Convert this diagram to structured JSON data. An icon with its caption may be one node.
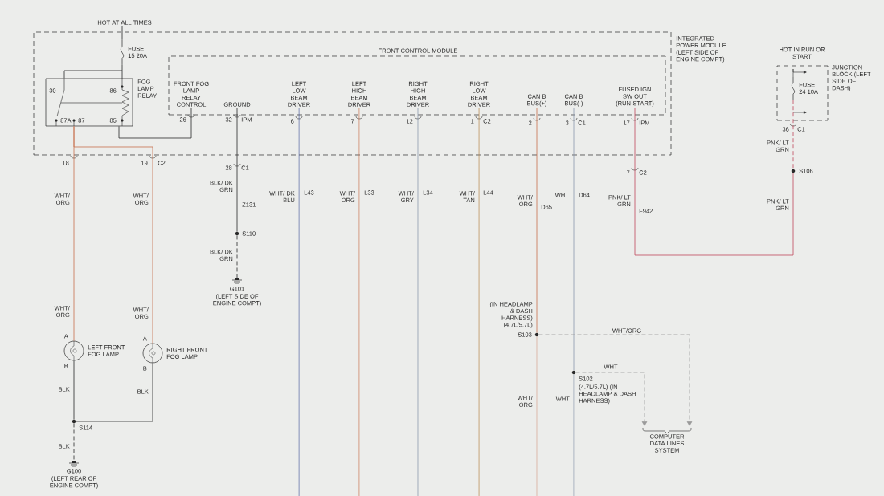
{
  "diagram": {
    "nodes": [
      {
        "text": [
          "INTEGRATED POWER MODULE (LEFT SIDE OF ENGINE COMPT)"
        ]
      },
      {
        "text": [
          "FUSE 15 20A"
        ],
        "in": 0
      },
      {
        "text": [
          "FOG LAMP RELAY"
        ],
        "in": 0
      },
      {
        "text": [
          "FRONT CONTROL MODULE"
        ],
        "in": 0
      },
      {
        "text": [
          "FRONT FOG LAMP RELAY CONTROL"
        ],
        "in": 3
      },
      {
        "text": [
          "GROUND"
        ],
        "in": 3
      },
      {
        "text": [
          "LEFT LOW BEAM DRIVER"
        ],
        "in": 3
      },
      {
        "text": [
          "LEFT HIGH BEAM DRIVER"
        ],
        "in": 3
      },
      {
        "text": [
          "RIGHT HIGH BEAM DRIVER"
        ],
        "in": 3
      },
      {
        "text": [
          "RIGHT LOW BEAM DRIVER"
        ],
        "in": 3
      },
      {
        "text": [
          "CAN B BUS(+)"
        ],
        "in": 3
      },
      {
        "text": [
          "CAN B BUS(-)"
        ],
        "in": 3
      },
      {
        "text": [
          "FUSED IGN SW OUT (RUN-START)"
        ],
        "in": 3
      },
      {
        "text": [
          "JUNCTION BLOCK (LEFT SIDE OF DASH)"
        ]
      },
      {
        "text": [
          "FUSE 24 10A"
        ],
        "in": 13
      },
      {
        "text": [
          "LEFT FRONT FOG LAMP"
        ]
      },
      {
        "text": [
          "RIGHT FRONT FOG LAMP"
        ]
      },
      {
        "text": [
          "S114"
        ]
      },
      {
        "text": [
          "G100",
          "(LEFT REAR OF ENGINE COMPT)"
        ]
      },
      {
        "text": [
          "S110"
        ]
      },
      {
        "text": [
          "G101",
          "(LEFT SIDE OF ENGINE COMPT)"
        ]
      },
      {
        "text": [
          "S106"
        ]
      },
      {
        "text": [
          "S103"
        ],
        "beside": [
          "(IN HEADLAMP & DASH HARNESS) (4.7L/5.7L)"
        ]
      },
      {
        "text": [
          "S102"
        ],
        "beside": [
          "(4.7L/5.7L) (IN HEADLAMP & DASH HARNESS)"
        ]
      },
      {
        "text": [
          "COMPUTER DATA LINES SYSTEM"
        ]
      },
      {
        "text": [
          "HOT AT ALL TIMES"
        ]
      }
    ],
    "edges": [
      {
        "from": 25,
        "to": 1,
        "arrow": "none"
      },
      {
        "from": 1,
        "to": 2,
        "arrow": "none"
      },
      {
        "from": 2,
        "to": 4,
        "arrow": "none"
      },
      {
        "from": 2,
        "to": 15,
        "arrow": "none",
        "color": "#c8704c"
      },
      {
        "from": 2,
        "to": 16,
        "arrow": "none",
        "color": "#c8704c"
      },
      {
        "from": 15,
        "to": 17,
        "arrow": "none"
      },
      {
        "from": 16,
        "to": 17,
        "arrow": "none"
      },
      {
        "from": 17,
        "to": 18,
        "arrow": "none",
        "style": "dashed"
      },
      {
        "from": 5,
        "to": 19,
        "arrow": "none"
      },
      {
        "from": 19,
        "to": 20,
        "arrow": "none",
        "style": "dashed"
      },
      {
        "from": 6,
        "to": null,
        "arrow": "none",
        "color": "#4a5a9c"
      },
      {
        "from": 7,
        "to": null,
        "arrow": "none",
        "color": "#c8704c"
      },
      {
        "from": 8,
        "to": null,
        "arrow": "none",
        "color": "#8c98ac"
      },
      {
        "from": 9,
        "to": null,
        "arrow": "none",
        "color": "#b8884c"
      },
      {
        "from": 10,
        "to": 22,
        "arrow": "none",
        "color": "#c8704c"
      },
      {
        "from": 22,
        "to": null,
        "arrow": "none",
        "color": "#c8704c"
      },
      {
        "from": 11,
        "to": 23,
        "arrow": "none",
        "color": "#8c98ac"
      },
      {
        "from": 23,
        "to": null,
        "arrow": "none",
        "color": "#8c98ac"
      },
      {
        "from": 22,
        "to": 24,
        "arrow": "to",
        "label": "WHT/ORG",
        "style": "dashed",
        "color": "#9a9a9a"
      },
      {
        "from": 23,
        "to": 24,
        "arrow": "to",
        "label": "WHT",
        "style": "dashed",
        "color": "#9a9a9a"
      },
      {
        "from": 12,
        "to": 21,
        "arrow": "none",
        "color": "#c0485a"
      },
      {
        "from": 14,
        "to": 21,
        "arrow": "none",
        "style": "dashed",
        "color": "#c0485a"
      }
    ],
    "labels": [
      "30",
      "86",
      "87A",
      "87",
      "85",
      "26",
      "32",
      "IPM",
      "6",
      "7",
      "12",
      "1",
      "C2",
      "2",
      "3",
      "C1",
      "17",
      "IPM",
      "HOT IN RUN OR START",
      "18",
      "19",
      "C2",
      "28",
      "C1",
      "36",
      "C1",
      "7",
      "C2",
      "WHT/ ORG",
      "WHT/ ORG",
      "BLK/ DK GRN",
      "Z131",
      "WHT/ DK BLU",
      "L43",
      "WHT/ ORG",
      "L33",
      "WHT/ GRY",
      "L34",
      "WHT/ TAN",
      "L44",
      "WHT/ ORG",
      "D65",
      "WHT",
      "D64",
      "PNK/ LT GRN",
      "F942",
      "PNK/ LT GRN",
      "PNK/ LT GRN",
      "BLK/ DK GRN",
      "WHT/ ORG",
      "A",
      "B",
      "BLK",
      "WHT/ ORG",
      "A",
      "B",
      "BLK",
      "BLK",
      "WHT/ ORG",
      "WHT"
    ]
  }
}
